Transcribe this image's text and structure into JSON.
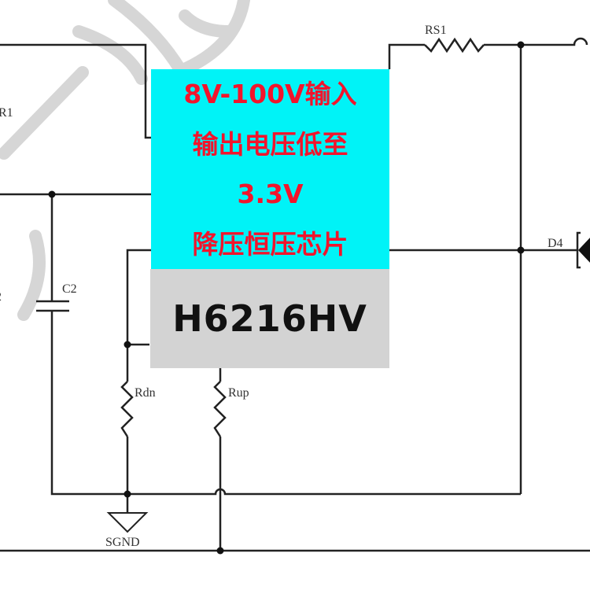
{
  "banner": {
    "line1": "8V-100V输入",
    "line2": "输出电压低至",
    "line3": "3.3V",
    "line4": "降压恒压芯片"
  },
  "chip": {
    "part_number": "H6216HV"
  },
  "labels": {
    "r1": "R1",
    "c2": "C2",
    "left_partial": "2",
    "rs1": "RS1",
    "d4": "D4",
    "rdn": "Rdn",
    "rup": "Rup",
    "sgnd": "SGND"
  },
  "colors": {
    "banner_bg": "#00f3f7",
    "banner_text": "#f2142b",
    "chip_bg": "#d3d3d3"
  }
}
